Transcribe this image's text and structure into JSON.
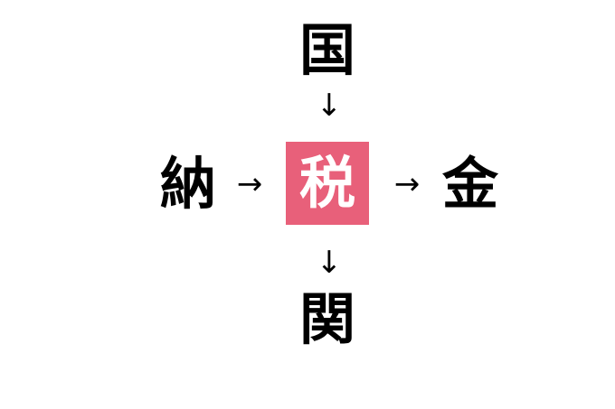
{
  "puzzle": {
    "top": "国",
    "left": "納",
    "center": "税",
    "right": "金",
    "bottom": "関"
  },
  "arrows": {
    "down": "↓",
    "right": "→"
  },
  "colors": {
    "center_bg": "#e8607a",
    "center_text": "#ffffff",
    "text": "#000000",
    "background": "#ffffff"
  }
}
